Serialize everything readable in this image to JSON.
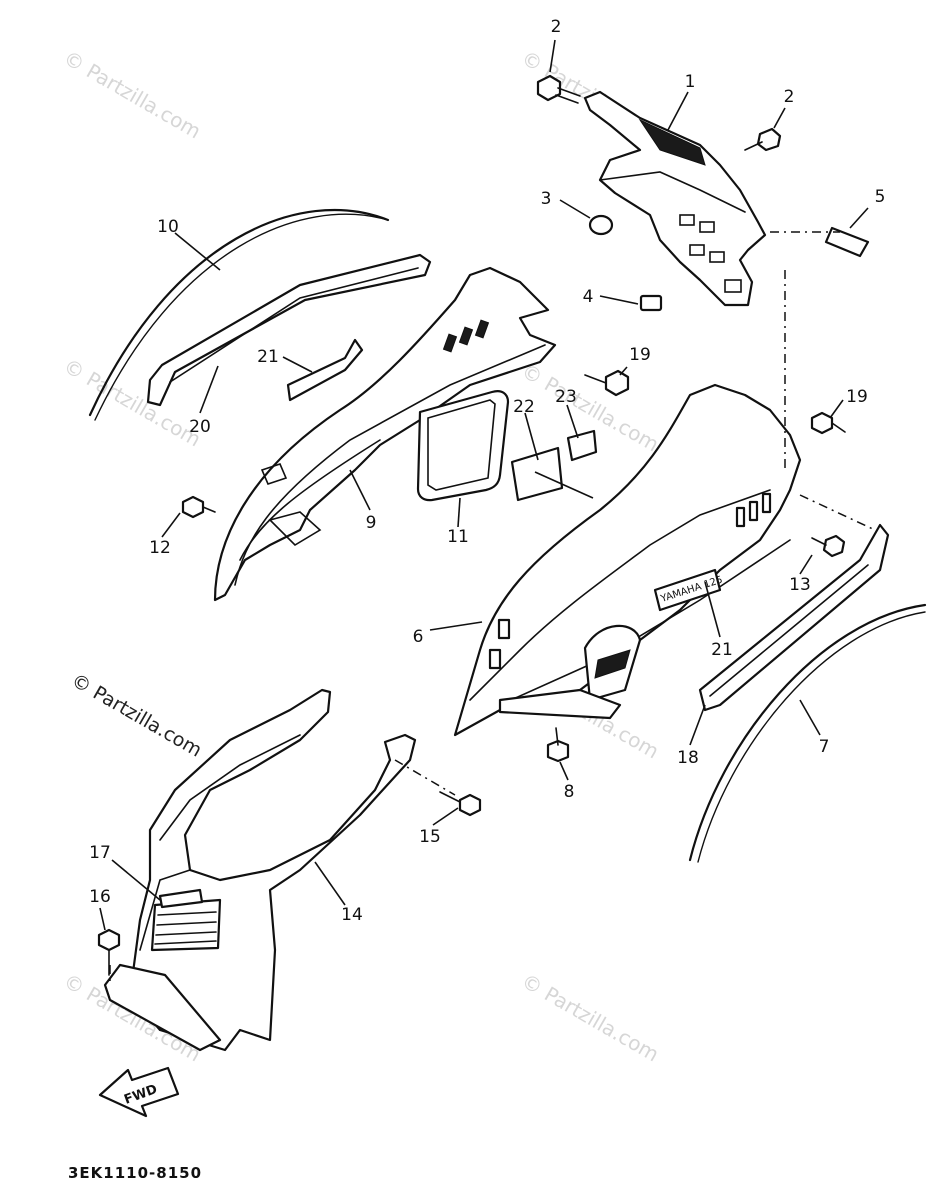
{
  "diagram": {
    "code_label": "3EK1110-8150",
    "watermark": "© Partzilla.com",
    "fwd_label": "FWD",
    "logo_text": "YAMAHA 125",
    "callouts": [
      {
        "id": "c1",
        "text": "1"
      },
      {
        "id": "c2a",
        "text": "2"
      },
      {
        "id": "c2b",
        "text": "2"
      },
      {
        "id": "c3",
        "text": "3"
      },
      {
        "id": "c4",
        "text": "4"
      },
      {
        "id": "c5",
        "text": "5"
      },
      {
        "id": "c6",
        "text": "6"
      },
      {
        "id": "c7",
        "text": "7"
      },
      {
        "id": "c8",
        "text": "8"
      },
      {
        "id": "c9",
        "text": "9"
      },
      {
        "id": "c10",
        "text": "10"
      },
      {
        "id": "c11",
        "text": "11"
      },
      {
        "id": "c12",
        "text": "12"
      },
      {
        "id": "c13",
        "text": "13"
      },
      {
        "id": "c14",
        "text": "14"
      },
      {
        "id": "c15",
        "text": "15"
      },
      {
        "id": "c16",
        "text": "16"
      },
      {
        "id": "c17",
        "text": "17"
      },
      {
        "id": "c18",
        "text": "18"
      },
      {
        "id": "c19a",
        "text": "19"
      },
      {
        "id": "c19b",
        "text": "19"
      },
      {
        "id": "c20",
        "text": "20"
      },
      {
        "id": "c21a",
        "text": "21"
      },
      {
        "id": "c21b",
        "text": "21"
      },
      {
        "id": "c22",
        "text": "22"
      },
      {
        "id": "c23",
        "text": "23"
      }
    ]
  }
}
